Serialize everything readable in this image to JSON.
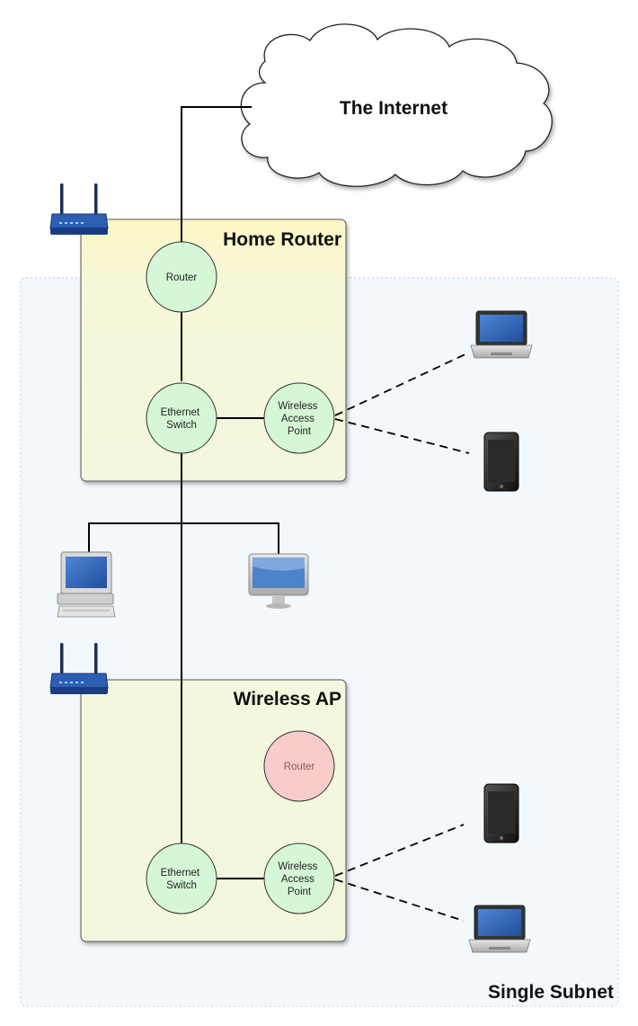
{
  "labels": {
    "internet": "The Internet",
    "home_router": "Home Router",
    "wireless_ap": "Wireless AP",
    "single_subnet": "Single Subnet"
  },
  "home_router_nodes": {
    "router": [
      "Router"
    ],
    "switch": [
      "Ethernet",
      "Switch"
    ],
    "wap": [
      "Wireless",
      "Access",
      "Point"
    ]
  },
  "wireless_ap_nodes": {
    "router": [
      "Router"
    ],
    "switch": [
      "Ethernet",
      "Switch"
    ],
    "wap": [
      "Wireless",
      "Access",
      "Point"
    ]
  },
  "colors": {
    "router_box_top": "#fdf8c8",
    "router_box_bottom": "#f4f8dc",
    "subnet_bg": "#f3f8fd",
    "node_green": "#d6f7d6",
    "node_red": "#f9cccc",
    "device_blue": "#2c5fb4"
  },
  "icons": [
    "wifi-router-icon",
    "laptop-icon",
    "smartphone-icon",
    "desktop-computer-icon",
    "imac-icon"
  ]
}
